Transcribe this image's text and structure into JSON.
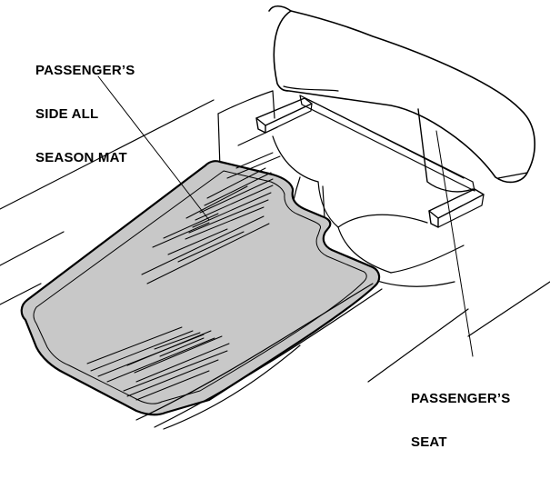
{
  "callouts": {
    "mat": {
      "lines": [
        "PASSENGER’S",
        "SIDE ALL",
        "SEASON MAT"
      ]
    },
    "seat": {
      "lines": [
        "PASSENGER’S",
        "SEAT"
      ]
    }
  },
  "colors": {
    "ink": "#000000",
    "mat_fill": "#c8c8c8",
    "background": "#ffffff"
  },
  "icons": {
    "mat": "all-season-floor-mat-illustration",
    "seat": "passenger-seat-illustration"
  }
}
